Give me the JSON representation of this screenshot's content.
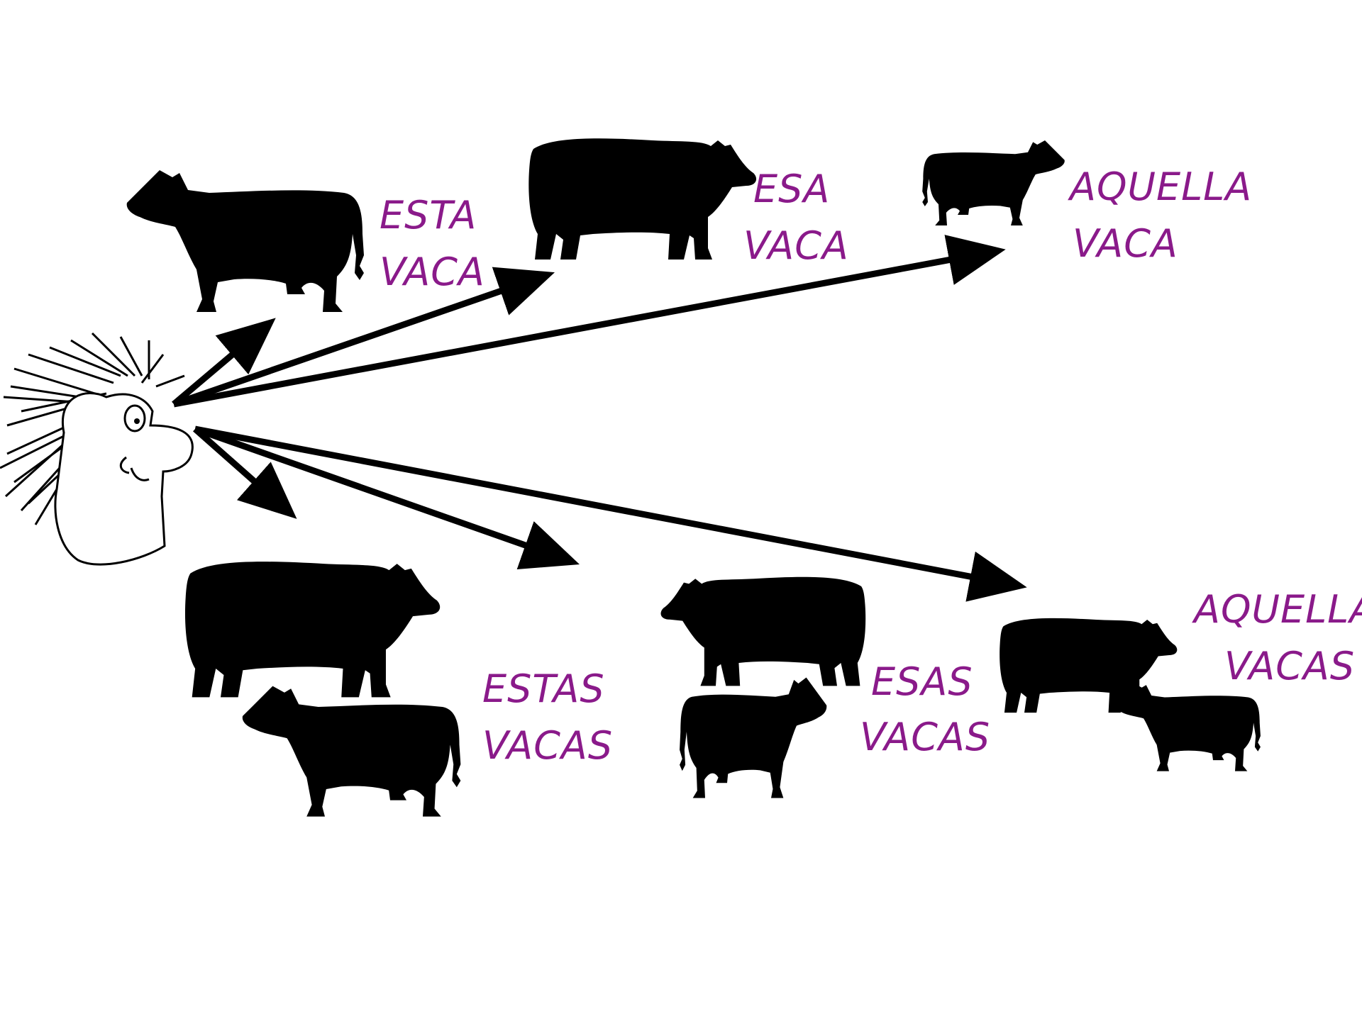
{
  "colors": {
    "background": "#ffffff",
    "silhouette": "#000000",
    "label": "#8a1a8a",
    "arrow": "#000000"
  },
  "labels": {
    "esta": [
      "ESTA",
      "VACA"
    ],
    "esa": [
      "ESA",
      "VACA"
    ],
    "aquella": [
      "AQUELLA",
      "VACA"
    ],
    "estas": [
      "ESTAS",
      "VACAS"
    ],
    "esas": [
      "ESAS",
      "VACAS"
    ],
    "aquellas": [
      "AQUELLAS",
      "VACAS"
    ]
  }
}
